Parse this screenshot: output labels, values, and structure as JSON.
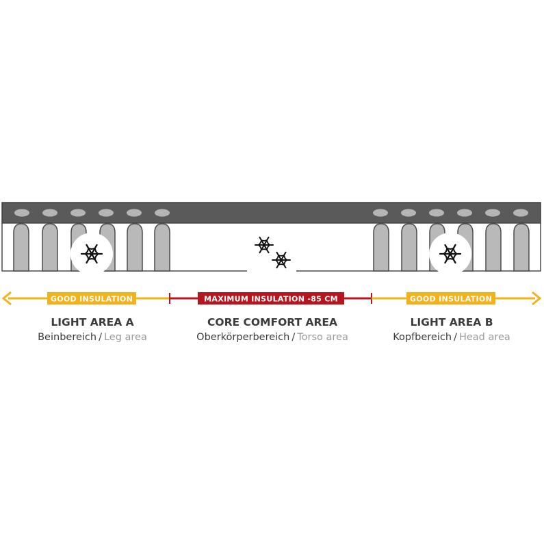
{
  "zones": [
    {
      "id": "light-area-a",
      "badge": "GOOD INSULATION",
      "title": "LIGHT AREA A",
      "subtitle_de": "Beinbereich",
      "separator": "/",
      "subtitle_en": "Leg area"
    },
    {
      "id": "core-comfort-area",
      "badge": "MAXIMUM INSULATION -85 CM",
      "title": "CORE COMFORT AREA",
      "subtitle_de": "Oberkörperbereich",
      "separator": "/",
      "subtitle_en": "Torso area"
    },
    {
      "id": "light-area-b",
      "badge": "GOOD INSULATION",
      "title": "LIGHT AREA B",
      "subtitle_de": "Kopfbereich",
      "separator": "/",
      "subtitle_en": "Head area"
    }
  ],
  "icons": [
    "snowflake-icon",
    "double-snowflake-icon",
    "snowflake-icon"
  ],
  "colors": {
    "good_insulation": "#f2b21b",
    "maximum_insulation": "#b5151f",
    "mat_top": "#5a5a5a",
    "tubes": "#b9b9b9",
    "text_dark": "#3b3b3b",
    "text_grey": "#9a9a9a"
  }
}
